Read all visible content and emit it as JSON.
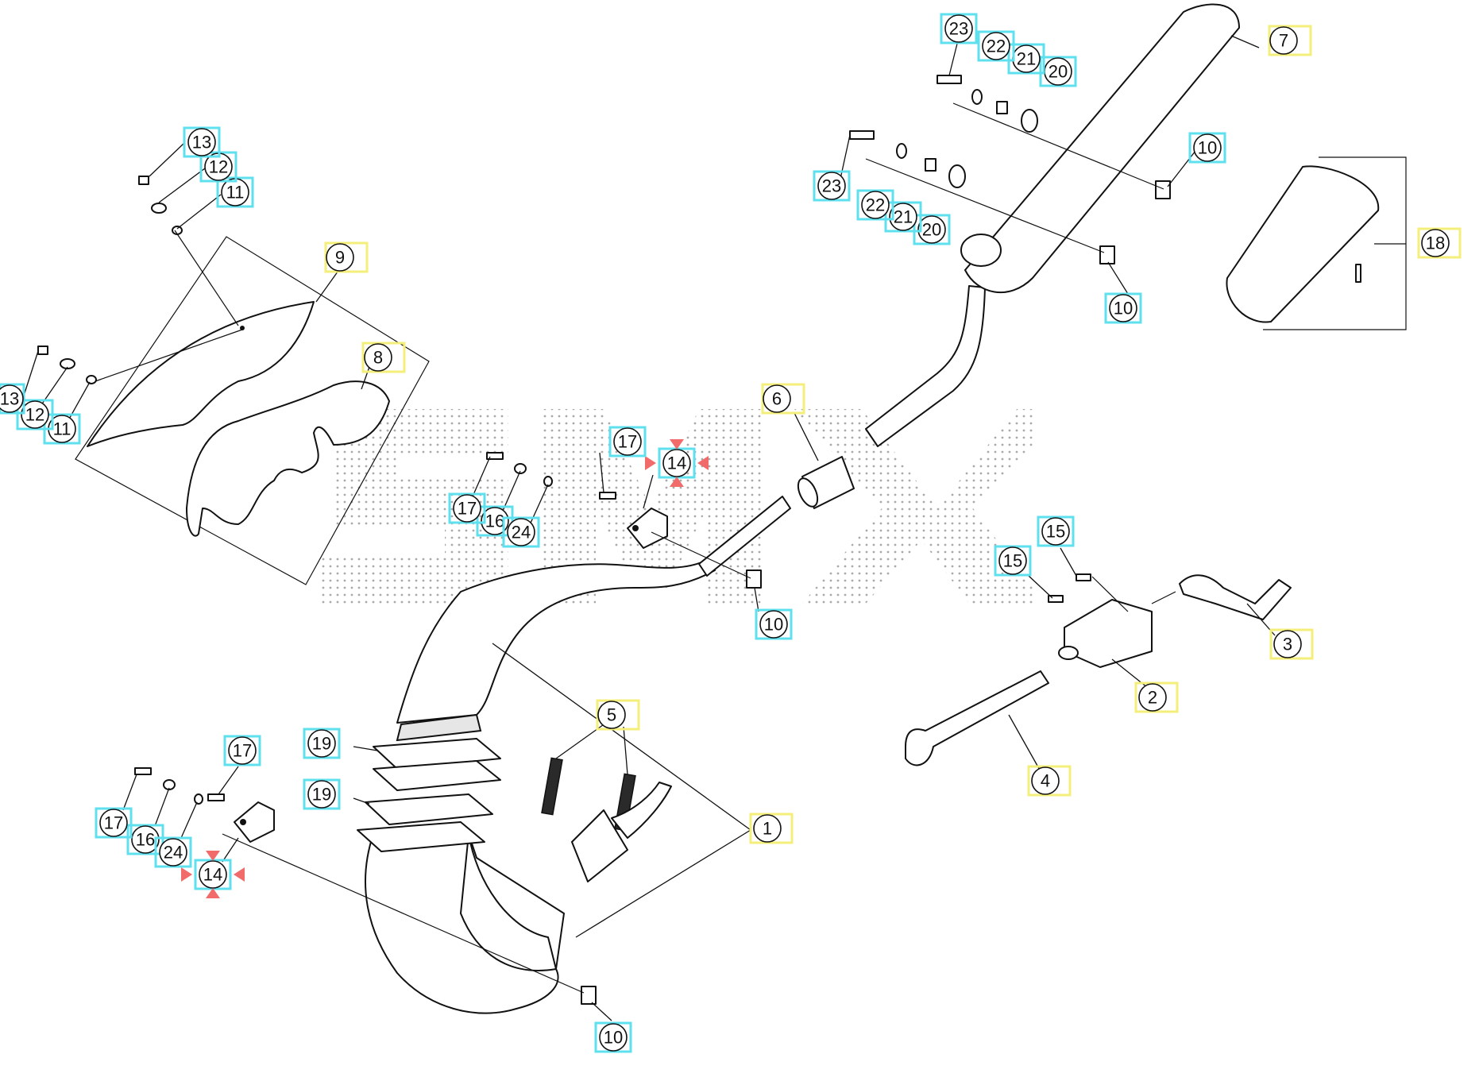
{
  "colors": {
    "line": "#111111",
    "callout_highlight_cyan": "#5fe0ef",
    "callout_highlight_yellow": "#f3ef7a",
    "selection_arrow": "#f26b6b",
    "background": "#ffffff"
  },
  "callouts": {
    "c1": "1",
    "c2": "2",
    "c3": "3",
    "c4": "4",
    "c5": "5",
    "c6": "6",
    "c7": "7",
    "c8": "8",
    "c9": "9",
    "c10a": "10",
    "c10b": "10",
    "c10c": "10",
    "c10d": "10",
    "c11a": "11",
    "c11b": "11",
    "c12a": "12",
    "c12b": "12",
    "c13a": "13",
    "c13b": "13",
    "c14a": "14",
    "c14b": "14",
    "c15a": "15",
    "c15b": "15",
    "c16a": "16",
    "c16b": "16",
    "c17a": "17",
    "c17b": "17",
    "c17c": "17",
    "c17d": "17",
    "c18": "18",
    "c19a": "19",
    "c19b": "19",
    "c20a": "20",
    "c20b": "20",
    "c21a": "21",
    "c21b": "21",
    "c22a": "22",
    "c22b": "22",
    "c23a": "23",
    "c23b": "23",
    "c24a": "24",
    "c24b": "24"
  },
  "selected_part": "14"
}
